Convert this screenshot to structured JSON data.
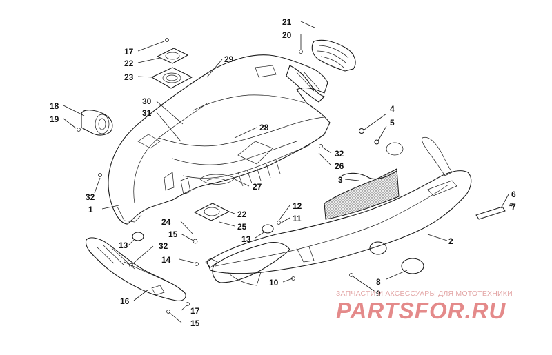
{
  "callouts": [
    {
      "n": "1"
    },
    {
      "n": "2"
    },
    {
      "n": "3"
    },
    {
      "n": "4"
    },
    {
      "n": "5"
    },
    {
      "n": "6"
    },
    {
      "n": "7"
    },
    {
      "n": "8"
    },
    {
      "n": "9"
    },
    {
      "n": "10"
    },
    {
      "n": "11"
    },
    {
      "n": "12"
    },
    {
      "n": "13"
    },
    {
      "n": "13"
    },
    {
      "n": "14"
    },
    {
      "n": "15"
    },
    {
      "n": "15"
    },
    {
      "n": "16"
    },
    {
      "n": "17"
    },
    {
      "n": "17"
    },
    {
      "n": "18"
    },
    {
      "n": "19"
    },
    {
      "n": "20"
    },
    {
      "n": "21"
    },
    {
      "n": "22"
    },
    {
      "n": "22"
    },
    {
      "n": "23"
    },
    {
      "n": "24"
    },
    {
      "n": "25"
    },
    {
      "n": "26"
    },
    {
      "n": "27"
    },
    {
      "n": "28"
    },
    {
      "n": "29"
    },
    {
      "n": "30"
    },
    {
      "n": "31"
    },
    {
      "n": "32"
    },
    {
      "n": "32"
    },
    {
      "n": "32"
    }
  ],
  "watermark": {
    "tagline": "ЗАПЧАСТИ И АКСЕССУАРЫ ДЛЯ МОТОТЕХНИКИ",
    "brand": "PARTSFOR.RU",
    "color": "#e48a8a"
  }
}
